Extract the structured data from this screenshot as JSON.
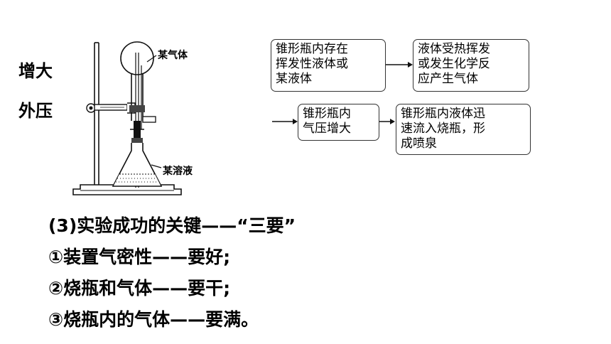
{
  "side_labels": {
    "line1": "增大",
    "line2": "外压"
  },
  "apparatus": {
    "gas_label": "某气体",
    "solution_label": "某溶液"
  },
  "flow": {
    "box1": [
      "锥形瓶内存在",
      "挥发性液体或",
      "某液体"
    ],
    "box2": [
      "液体受热挥发",
      "或发生化学反",
      "应产生气体"
    ],
    "box3": [
      "锥形瓶内",
      "气压增大"
    ],
    "box4": [
      "锥形瓶内液体迅",
      "速流入烧瓶，形",
      "成喷泉"
    ]
  },
  "key_points": {
    "heading": "(3)实验成功的关键——“三要”",
    "items": [
      "①装置气密性——要好;",
      "②烧瓶和气体——要干;",
      "③烧瓶内的气体——要满。"
    ]
  }
}
